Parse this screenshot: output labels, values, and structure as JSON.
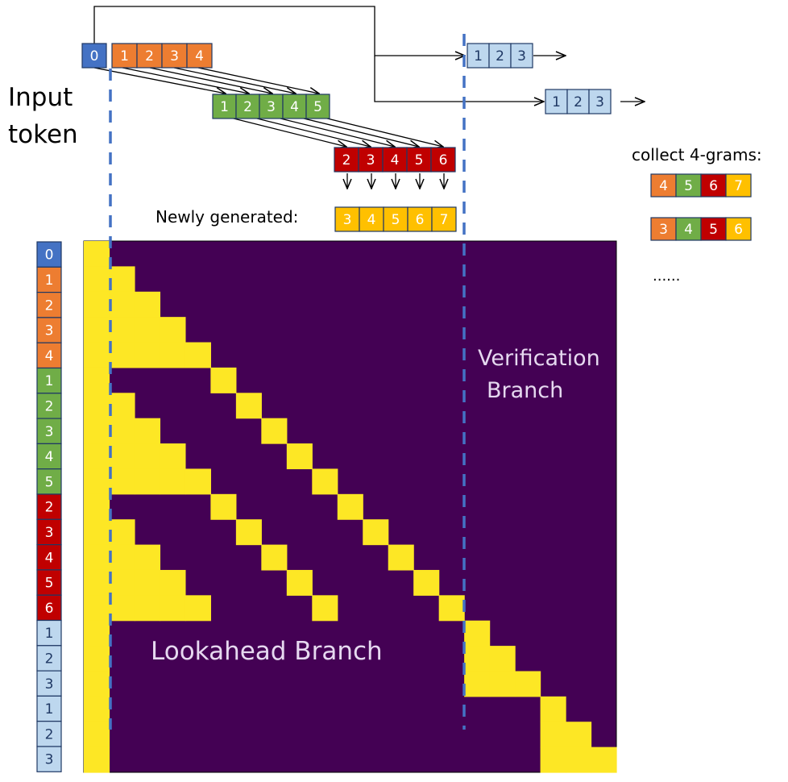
{
  "labels": {
    "input_token_line1": "Input",
    "input_token_line2": "token",
    "newly_generated": "Newly generated:",
    "collect": "collect 4-grams:",
    "ellipsis": "......",
    "verification_line1": "Verification",
    "verification_line2": "Branch",
    "lookahead": "Lookahead Branch"
  },
  "colors": {
    "blue": "#4472c4",
    "orange": "#ed7d31",
    "green": "#70ad47",
    "red": "#c00000",
    "yellow": "#ffc000",
    "lightblue": "#bdd7ee",
    "matrix_bg": "#440154",
    "matrix_fill": "#fde725",
    "dashed": "#4472c4"
  },
  "top_row": {
    "first": {
      "text": "0",
      "color": "blue"
    },
    "rest": [
      "1",
      "2",
      "3",
      "4"
    ],
    "rest_color": "orange"
  },
  "green_row": [
    "1",
    "2",
    "3",
    "4",
    "5"
  ],
  "red_row": [
    "2",
    "3",
    "4",
    "5",
    "6"
  ],
  "newly_generated_row": [
    "3",
    "4",
    "5",
    "6",
    "7"
  ],
  "verify_rows": [
    [
      "1",
      "2",
      "3"
    ],
    [
      "1",
      "2",
      "3"
    ]
  ],
  "ngrams": [
    [
      {
        "t": "4",
        "c": "orange"
      },
      {
        "t": "5",
        "c": "green"
      },
      {
        "t": "6",
        "c": "red"
      },
      {
        "t": "7",
        "c": "yellow"
      }
    ],
    [
      {
        "t": "3",
        "c": "orange"
      },
      {
        "t": "4",
        "c": "green"
      },
      {
        "t": "5",
        "c": "red"
      },
      {
        "t": "6",
        "c": "yellow"
      }
    ]
  ],
  "column_tokens": [
    {
      "t": "0",
      "c": "blue"
    },
    {
      "t": "1",
      "c": "orange"
    },
    {
      "t": "2",
      "c": "orange"
    },
    {
      "t": "3",
      "c": "orange"
    },
    {
      "t": "4",
      "c": "orange"
    },
    {
      "t": "1",
      "c": "green"
    },
    {
      "t": "2",
      "c": "green"
    },
    {
      "t": "3",
      "c": "green"
    },
    {
      "t": "4",
      "c": "green"
    },
    {
      "t": "5",
      "c": "green"
    },
    {
      "t": "2",
      "c": "red"
    },
    {
      "t": "3",
      "c": "red"
    },
    {
      "t": "4",
      "c": "red"
    },
    {
      "t": "5",
      "c": "red"
    },
    {
      "t": "6",
      "c": "red"
    },
    {
      "t": "1",
      "c": "lightblue"
    },
    {
      "t": "2",
      "c": "lightblue"
    },
    {
      "t": "3",
      "c": "lightblue"
    },
    {
      "t": "1",
      "c": "lightblue"
    },
    {
      "t": "2",
      "c": "lightblue"
    },
    {
      "t": "3",
      "c": "lightblue"
    }
  ]
}
